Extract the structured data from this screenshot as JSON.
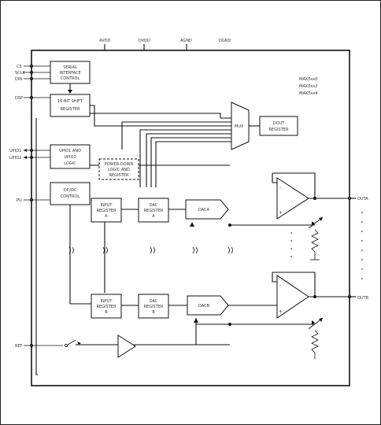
{
  "pins_top": [
    "AVDD",
    "DVDD",
    "AGND",
    "DGND"
  ],
  "pins_left": [
    "CS",
    "SCLK",
    "DIN",
    "DSP",
    "UPIO1",
    "UPIO2",
    "PU",
    "REF"
  ],
  "pins_right": [
    "OUTA",
    "OUTB"
  ],
  "part_numbers": [
    "MAX5xx0",
    "MAX5xx2",
    "MAX5xx4"
  ],
  "blocks": {
    "serial_interface": [
      "SERIAL",
      "INTERFACE",
      "CONTROL"
    ],
    "shift_register": [
      "16-BIT SHIFT",
      "REGISTER"
    ],
    "upio_logic": [
      "UPIO1 AND",
      "UPIO2",
      "LOGIC"
    ],
    "power_down": [
      "POWER-DOWN",
      "LOGIC AND",
      "REGISTER"
    ],
    "dcdc_control": [
      "DC/DC",
      "CONTROL"
    ],
    "input_reg_a": [
      "INPUT",
      "REGISTER",
      "A"
    ],
    "dac_reg_a": [
      "DAC",
      "REGISTER",
      "A"
    ],
    "dac_a": "DACA",
    "input_reg_b": [
      "INPUT",
      "REGISTER",
      "B"
    ],
    "dac_reg_b": [
      "DAC",
      "REGISTER",
      "B"
    ],
    "dac_b": "DACB",
    "mux": "MUX",
    "dout_register": [
      "DOUT",
      "REGISTER"
    ]
  },
  "amp_signs": [
    "-",
    "+",
    "-",
    "+"
  ]
}
